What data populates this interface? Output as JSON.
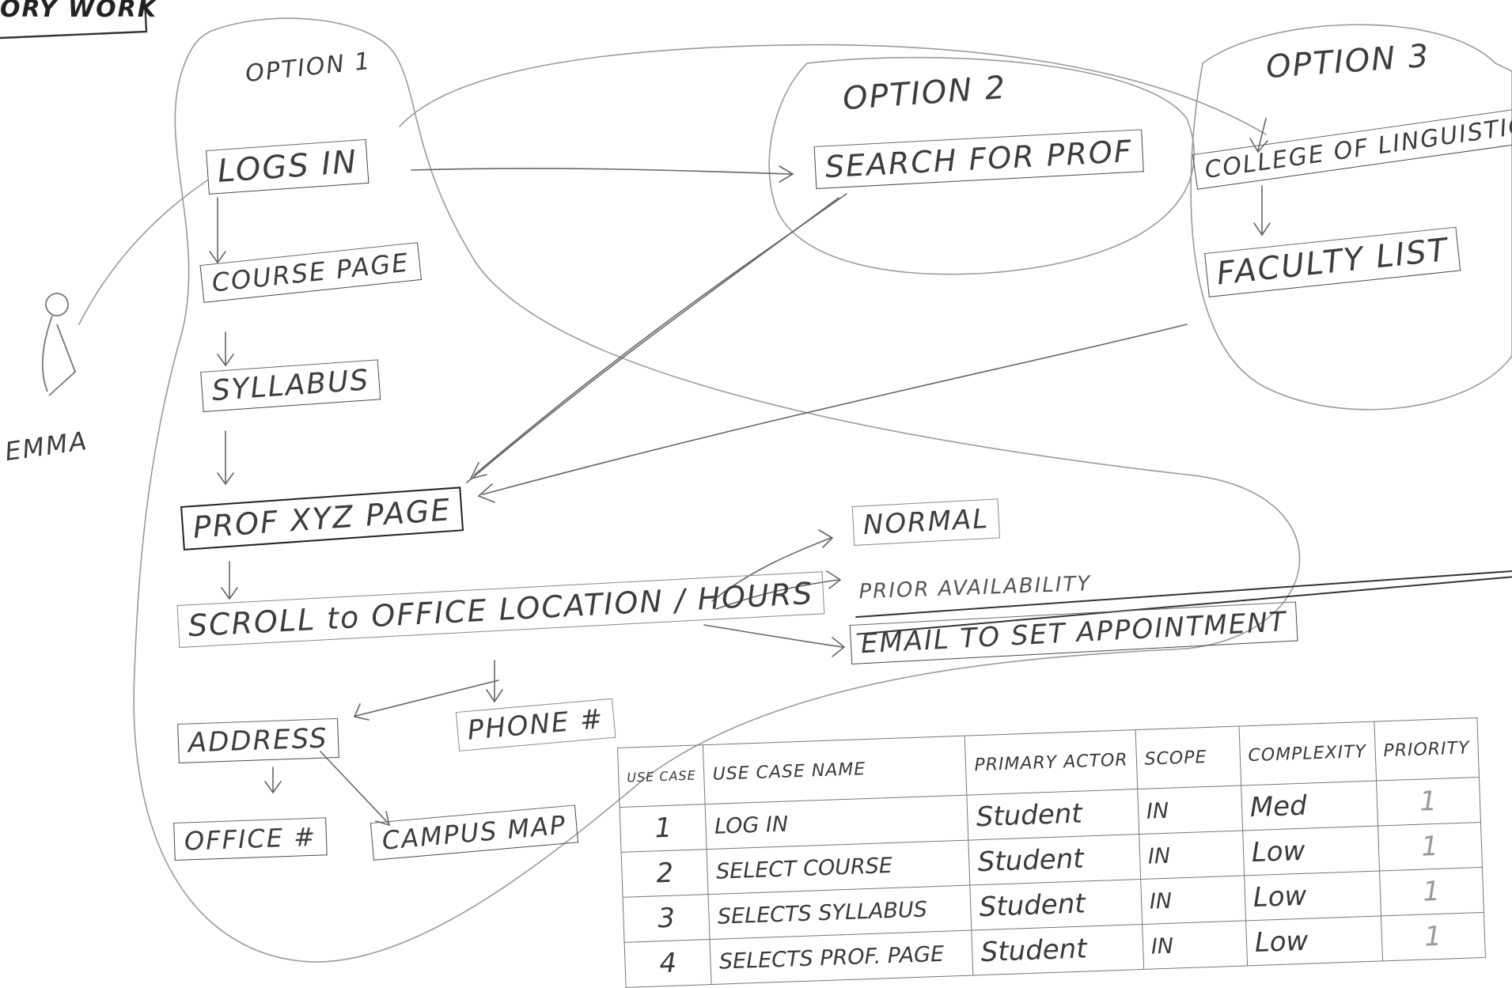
{
  "header_fragment": "ORY WORK",
  "actor": "EMMA",
  "options": {
    "option1": "OPTION 1",
    "option2": "OPTION 2",
    "option3": "OPTION 3"
  },
  "steps": {
    "logs_in": "LOGS IN",
    "course_page": "COURSE PAGE",
    "syllabus": "SYLLABUS",
    "prof_page": "PROF XYZ PAGE",
    "scroll": "SCROLL to OFFICE LOCATION / HOURS",
    "address": "ADDRESS",
    "phone": "PHONE #",
    "office": "OFFICE #",
    "campus_map": "CAMPUS MAP",
    "search_prof": "SEARCH FOR PROF",
    "college": "COLLEGE OF LINGUISTICS",
    "faculty_list": "FACULTY LIST",
    "normal": "NORMAL",
    "struck": "PRIOR AVAILABILITY",
    "email": "EMAIL TO SET APPOINTMENT"
  },
  "table": {
    "headers": [
      "USE CASE",
      "USE CASE NAME",
      "PRIMARY ACTOR",
      "SCOPE",
      "COMPLEXITY",
      "PRIORITY"
    ],
    "rows": [
      [
        "1",
        "LOG IN",
        "Student",
        "IN",
        "Med",
        "1"
      ],
      [
        "2",
        "SELECT COURSE",
        "Student",
        "IN",
        "Low",
        "1"
      ],
      [
        "3",
        "SELECTS SYLLABUS",
        "Student",
        "IN",
        "Low",
        "1"
      ],
      [
        "4",
        "SELECTS PROF. PAGE",
        "Student",
        "IN",
        "Low",
        "1"
      ]
    ]
  }
}
